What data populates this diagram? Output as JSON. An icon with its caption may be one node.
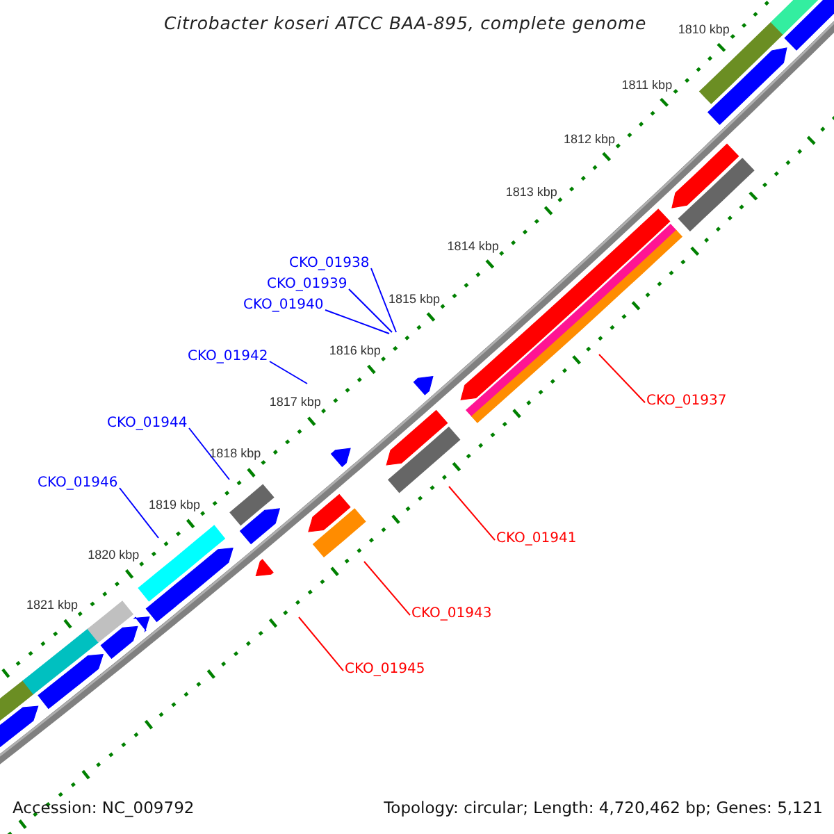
{
  "diagram": {
    "title": "Citrobacter koseri ATCC BAA-895, complete genome",
    "nodes": [
      {
        "text": [
          "CKO_01938"
        ]
      },
      {
        "text": [
          "CKO_01939"
        ]
      },
      {
        "text": [
          "CKO_01940"
        ]
      },
      {
        "text": [
          "CKO_01942"
        ]
      },
      {
        "text": [
          "CKO_01937"
        ]
      },
      {
        "text": [
          "CKO_01944"
        ]
      },
      {
        "text": [
          "CKO_01946"
        ]
      },
      {
        "text": [
          "CKO_01941"
        ]
      },
      {
        "text": [
          "CKO_01943"
        ]
      },
      {
        "text": [
          "CKO_01945"
        ]
      }
    ],
    "edges": [
      {
        "from": 0,
        "to": null,
        "arrow": "none",
        "color": "#0000ff"
      },
      {
        "from": 1,
        "to": null,
        "arrow": "none",
        "color": "#0000ff"
      },
      {
        "from": 2,
        "to": null,
        "arrow": "none",
        "color": "#0000ff"
      },
      {
        "from": 3,
        "to": null,
        "arrow": "none",
        "color": "#0000ff"
      },
      {
        "from": 4,
        "to": null,
        "arrow": "none",
        "color": "#ff0000"
      },
      {
        "from": 5,
        "to": null,
        "arrow": "none",
        "color": "#0000ff"
      },
      {
        "from": 6,
        "to": null,
        "arrow": "none",
        "color": "#0000ff"
      },
      {
        "from": 7,
        "to": null,
        "arrow": "none",
        "color": "#ff0000"
      },
      {
        "from": 8,
        "to": null,
        "arrow": "none",
        "color": "#ff0000"
      },
      {
        "from": 9,
        "to": null,
        "arrow": "none",
        "color": "#ff0000"
      }
    ],
    "labels": [
      "1810 kbp",
      "1811 kbp",
      "1812 kbp",
      "1813 kbp",
      "1814 kbp",
      "1815 kbp",
      "1816 kbp",
      "1817 kbp",
      "1818 kbp",
      "1819 kbp",
      "1820 kbp",
      "1821 kbp",
      "Accession: NC_009792",
      "Topology: circular; Length: 4,720,462 bp; Genes: 5,121"
    ]
  }
}
